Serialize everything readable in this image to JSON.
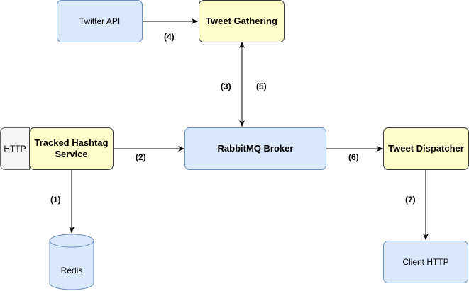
{
  "nodes": {
    "twitter_api": "Twitter API",
    "tweet_gathering": "Tweet Gathering",
    "http": "HTTP",
    "tracked_hashtag": "Tracked Hashtag Service",
    "rabbitmq": "RabbitMQ Broker",
    "tweet_dispatcher": "Tweet Dispatcher",
    "redis": "Redis",
    "client_http": "Client HTTP"
  },
  "edges": {
    "e1": "(1)",
    "e2": "(2)",
    "e3": "(3)",
    "e4": "(4)",
    "e5": "(5)",
    "e6": "(6)",
    "e7": "(7)"
  }
}
